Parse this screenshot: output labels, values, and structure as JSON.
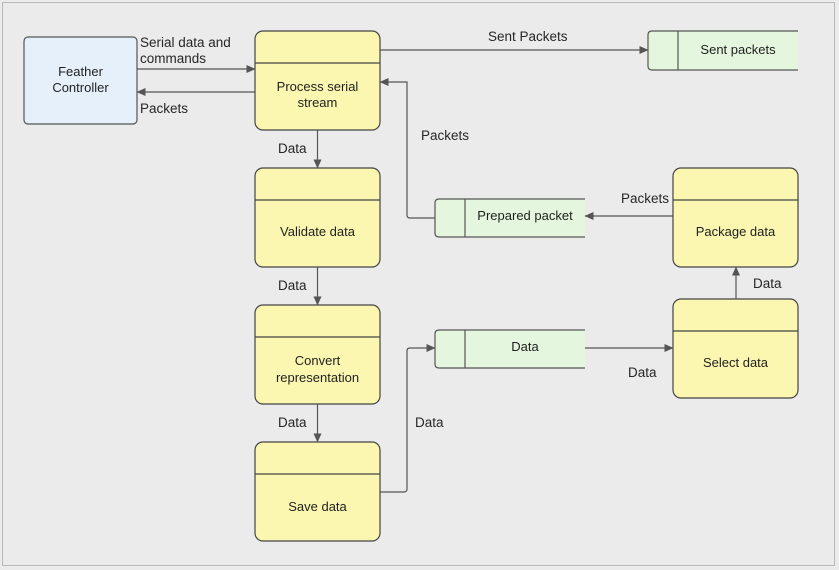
{
  "external": {
    "feather": [
      "Feather",
      "Controller"
    ]
  },
  "processes": {
    "process_serial": [
      "Process serial",
      "stream"
    ],
    "validate": [
      "Validate data"
    ],
    "convert": [
      "Convert",
      "representation"
    ],
    "save": [
      "Save data"
    ],
    "package": [
      "Package data"
    ],
    "select": [
      "Select data"
    ]
  },
  "stores": {
    "sent_packets": "Sent packets",
    "prepared_packet": "Prepared packet",
    "data": "Data"
  },
  "flows": {
    "serial_in": [
      "Serial data and",
      "commands"
    ],
    "packets_out": "Packets",
    "sent_packets": "Sent Packets",
    "packets_return": "Packets",
    "packets_package": "Packets",
    "data_validate": "Data",
    "data_convert": "Data",
    "data_save": "Data",
    "data_store": "Data",
    "data_select": "Data",
    "data_package": "Data"
  }
}
